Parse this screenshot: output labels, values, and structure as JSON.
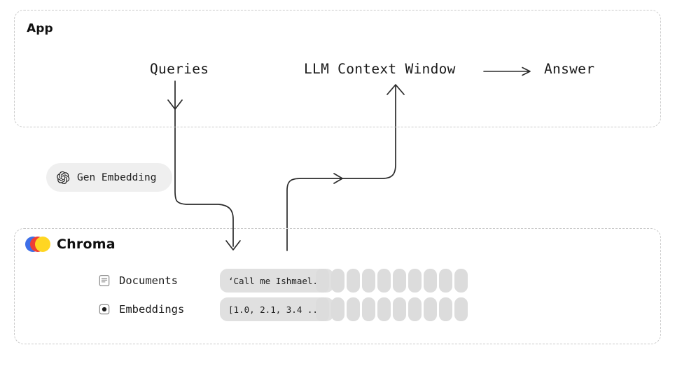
{
  "app": {
    "title": "App",
    "flow": {
      "queries_label": "Queries",
      "llm_context_label": "LLM Context Window",
      "answer_label": "Answer",
      "answer_arrow_glyph": "⟶"
    },
    "gen_embedding": {
      "label": "Gen Embedding",
      "icon": "openai-icon"
    }
  },
  "chroma": {
    "brand_name": "Chroma",
    "logo": {
      "icon": "chroma-logo-icon",
      "colors": [
        "#3e6fe8",
        "#ef3f34",
        "#ffd622"
      ]
    },
    "rows": [
      {
        "icon": "document-icon",
        "label": "Documents",
        "value": "‘Call me Ishmael...",
        "placeholder_columns": 10
      },
      {
        "icon": "dot-square-icon",
        "label": "Embeddings",
        "value": "[1.0, 2.1, 3.4 ...]",
        "placeholder_columns": 10
      }
    ]
  },
  "colors": {
    "panel_border": "#c9c9c9",
    "chip_background": "#efefef",
    "cell_background": "#e0e0e0",
    "pill_background": "#dcdcdc",
    "arrow_stroke": "#2b2b2b",
    "text": "#1a1a1a",
    "page_background": "#ffffff"
  },
  "arrows": [
    {
      "name": "queries-to-chroma",
      "from": "Queries",
      "to": "Chroma Documents",
      "direction": "down-then-right-then-down"
    },
    {
      "name": "chroma-to-llm-context",
      "from": "Chroma",
      "to": "LLM Context Window",
      "direction": "up-then-right-then-up"
    },
    {
      "name": "llm-context-to-answer",
      "from": "LLM Context Window",
      "to": "Answer",
      "direction": "right"
    }
  ]
}
